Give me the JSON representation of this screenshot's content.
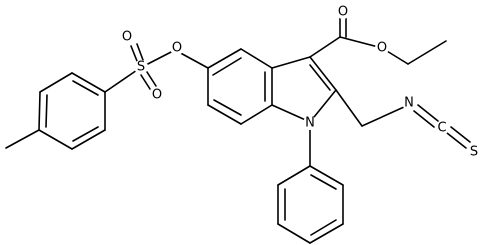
{
  "atoms": {
    "o_ester_carbonyl": "O",
    "o_ester_ether": "O",
    "n_isothiocyanate": "N",
    "c_isothiocyanate": "C",
    "s_isothiocyanate": "S",
    "n_indole": "N",
    "o_aryl_ether": "O",
    "s_sulfonyl": "S",
    "o_sulfonyl_top": "O",
    "o_sulfonyl_bottom": "O"
  },
  "colors": {
    "bond": "#000000",
    "label": "#000000",
    "background": "#ffffff"
  }
}
